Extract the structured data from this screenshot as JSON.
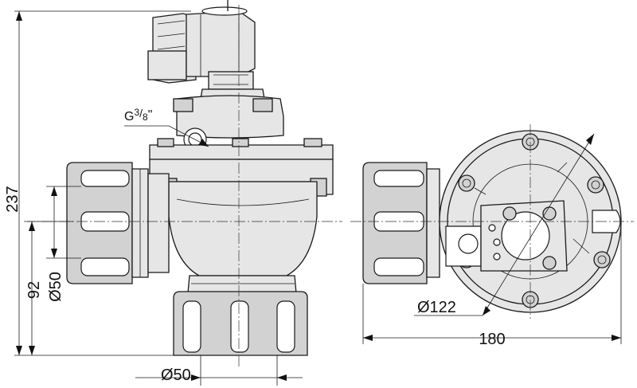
{
  "figure": {
    "dimensions": {
      "overall_height": "237",
      "port_center_height": "92",
      "inlet_diameter": "Ø50",
      "outlet_diameter": "Ø50",
      "top_view_diameter": "Ø122",
      "overall_width": "180"
    },
    "pilot_port_thread": {
      "main": "G",
      "fraction_num": "3",
      "fraction_den": "8",
      "quote": "\""
    }
  }
}
